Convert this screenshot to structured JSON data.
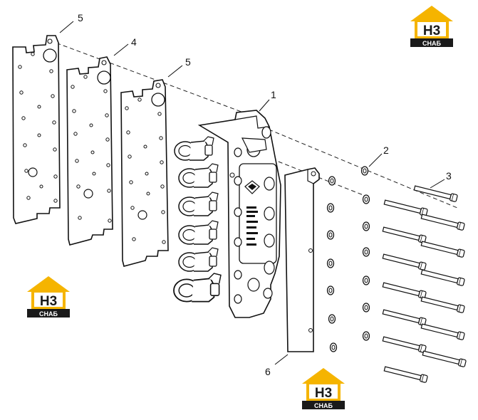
{
  "callouts": {
    "c1": "1",
    "c2": "2",
    "c3": "3",
    "c4": "4",
    "c5a": "5",
    "c5b": "5",
    "c6": "6"
  },
  "logo": {
    "mark": "H3",
    "caption": "СНАБ",
    "colors": {
      "accent": "#f5b400",
      "dark": "#1a1a1a",
      "white": "#ffffff"
    }
  },
  "icons": [
    "gasket-plate",
    "solenoid-valve-block",
    "spacer-plate",
    "washer",
    "bolt",
    "brand-logo"
  ]
}
